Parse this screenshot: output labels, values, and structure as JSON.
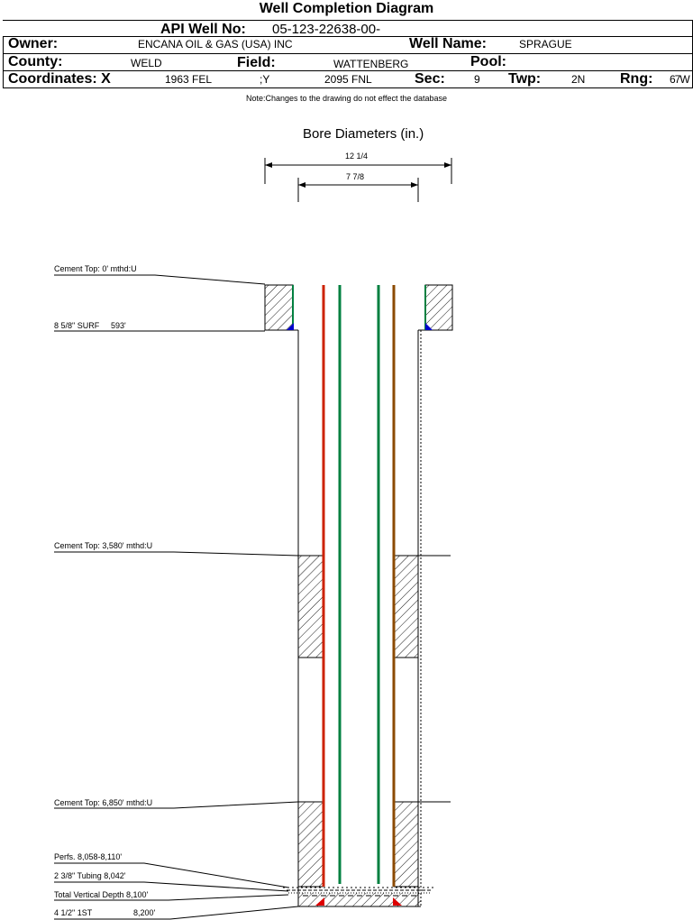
{
  "header": {
    "title": "Well Completion Diagram",
    "api_label": "API Well No:",
    "api_value": "05-123-22638-00-",
    "owner_label": "Owner:",
    "owner_value": "ENCANA OIL & GAS (USA) INC",
    "well_name_label": "Well Name:",
    "well_name_value": "SPRAGUE",
    "county_label": "County:",
    "county_value": "WELD",
    "field_label": "Field:",
    "field_value": "WATTENBERG",
    "pool_label": "Pool:",
    "pool_value": "",
    "coord_label": "Coordinates: X",
    "coord_x_value": "1963 FEL",
    "coord_y_label": ";Y",
    "coord_y_value": "2095 FNL",
    "sec_label": "Sec:",
    "sec_value": "9",
    "twp_label": "Twp:",
    "twp_value": "2N",
    "rng_label": "Rng:",
    "rng_value": "67W"
  },
  "note": "Note:Changes to the drawing do not effect the database",
  "diagram": {
    "bore_title": "Bore Diameters (in.)",
    "bore_outer": "12 1/4",
    "bore_inner": "7 7/8",
    "labels": {
      "cement_top_1": "Cement Top: 0' mthd:U",
      "surface_casing": "8 5/8\" SURF",
      "surface_casing_depth": "593'",
      "cement_top_2": "Cement Top: 3,580' mthd:U",
      "cement_top_3": "Cement Top: 6,850' mthd:U",
      "perfs": "Perfs. 8,058-8,110'",
      "tubing": "2 3/8\" Tubing 8,042'",
      "tvd": "Total Vertical Depth 8,100'",
      "production_casing": "4 1/2\" 1ST",
      "production_casing_depth": "8,200'"
    },
    "colors": {
      "tubing_left": "#cc2200",
      "tubing_right": "#8b4a00",
      "casing": "#008040",
      "shoe_surface": "#0000cc",
      "shoe_production": "#dd0000"
    }
  }
}
